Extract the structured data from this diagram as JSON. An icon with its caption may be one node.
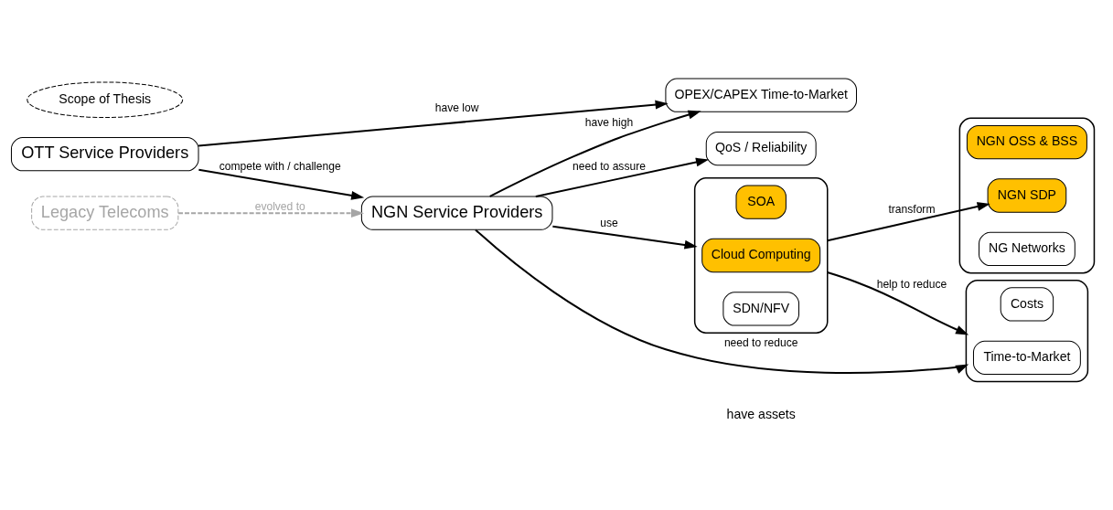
{
  "diagram": {
    "nodes": [
      {
        "text": [
          "OTT Service Providers"
        ]
      },
      {
        "text": [
          "OPEX/CAPEX Time-to-Market"
        ]
      },
      {
        "text": [
          "Legacy Telecoms"
        ]
      },
      {
        "text": [
          "NGN Service Providers"
        ]
      },
      {
        "text": [
          "QoS / Reliability"
        ]
      },
      {
        "text": [],
        "shape": "box"
      },
      {
        "text": [
          "SOA"
        ],
        "in": 5
      },
      {
        "text": [
          "Cloud Computing"
        ],
        "in": 5
      },
      {
        "text": [
          "SDN/NFV"
        ],
        "in": 5
      },
      {
        "text": [],
        "shape": "box"
      },
      {
        "text": [
          "NGN OSS & BSS"
        ],
        "in": 9
      },
      {
        "text": [
          "NGN SDP"
        ],
        "in": 9
      },
      {
        "text": [
          "NG Networks"
        ],
        "in": 9
      },
      {
        "text": [],
        "shape": "box"
      },
      {
        "text": [
          "Costs"
        ],
        "in": 13
      },
      {
        "text": [
          "Time-to-Market"
        ],
        "in": 13
      },
      {
        "text": [
          "Scope of Thesis"
        ]
      }
    ],
    "edges": [
      {
        "from": 0,
        "to": 1,
        "arrow": "to",
        "label": "have low"
      },
      {
        "from": 0,
        "to": 3,
        "arrow": "to",
        "label": "compete with / challenge"
      },
      {
        "from": 3,
        "to": 1,
        "arrow": "to",
        "label": "have high"
      },
      {
        "from": 2,
        "to": 3,
        "arrow": "to",
        "label": "evolved to",
        "style": "dashed",
        "color": "#a6a6a6"
      },
      {
        "from": 3,
        "to": 4,
        "arrow": "to",
        "label": "need to assure"
      },
      {
        "from": 3,
        "to": 5,
        "arrow": "to",
        "label": "use"
      },
      {
        "from": 3,
        "to": 13,
        "arrow": "to",
        "label": "need to reduce"
      },
      {
        "from": 5,
        "to": 11,
        "arrow": "to",
        "label": "transform"
      },
      {
        "from": 5,
        "to": 13,
        "arrow": "to",
        "label": "help to reduce"
      }
    ],
    "labels": [
      "have assets"
    ]
  }
}
